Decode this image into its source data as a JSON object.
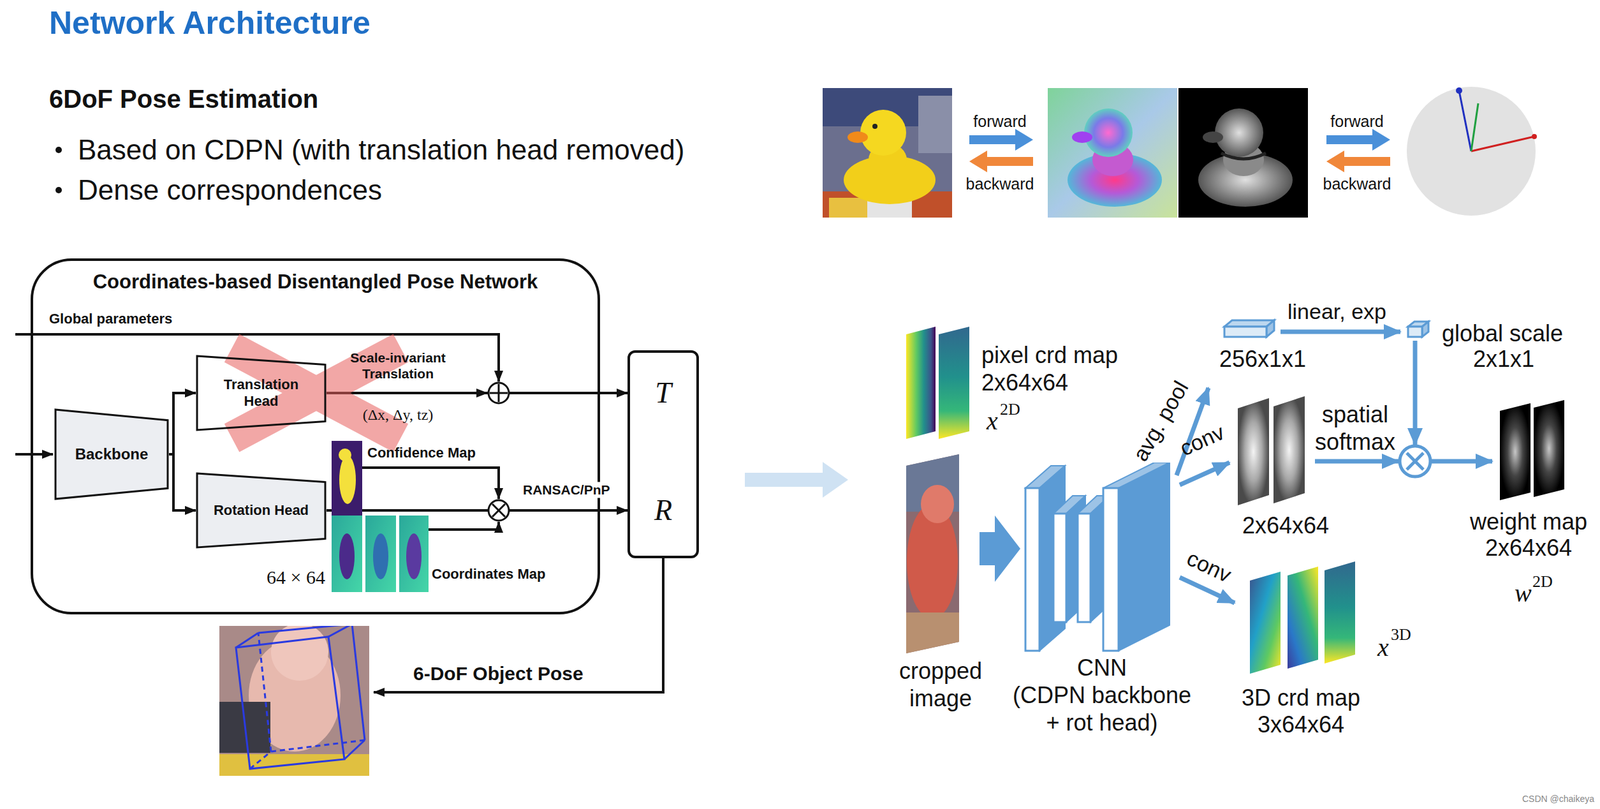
{
  "diagram": {
    "title": "Network Architecture",
    "nodes": [
      {
        "text": [
          "Coordinates-based Disentangled Pose Network"
        ]
      },
      {
        "text": [
          "Backbone"
        ],
        "in": 0
      },
      {
        "text": [
          "Translation Head"
        ],
        "in": 0
      },
      {
        "text": [
          "Rotation Head"
        ],
        "in": 0
      },
      {
        "text": [
          "T",
          "R"
        ]
      },
      {
        "text": [
          "CNN",
          "(CDPN backbone + rot head)"
        ]
      }
    ],
    "edges": [
      {
        "from": 1,
        "to": 2,
        "arrow": "to"
      },
      {
        "from": 1,
        "to": 3,
        "arrow": "to"
      },
      {
        "from": 2,
        "to": 4,
        "arrow": "to",
        "label": "Scale-invariant Translation"
      },
      {
        "from": 3,
        "to": 4,
        "arrow": "to",
        "label": "RANSAC/PnP"
      }
    ],
    "labels": [
      "6DoF Pose Estimation",
      "Based on CDPN (with translation head removed)",
      "Dense correspondences",
      "forward",
      "backward",
      "forward",
      "backward",
      "Global parameters",
      "(Δx, Δy, tz)",
      "Confidence Map",
      "64 × 64",
      "Coordinates Map",
      "6-DoF Object Pose",
      "pixel crd map",
      "2x64x64",
      "x",
      "2D",
      "cropped image",
      "avg. pool",
      "256x1x1",
      "linear, exp",
      "global scale",
      "2x1x1",
      "conv",
      "2x64x64",
      "spatial softmax",
      "weight map",
      "2x64x64",
      "w",
      "2D",
      "conv",
      "3D crd map",
      "3x64x64",
      "x",
      "3D",
      "CSDN @chaikeya"
    ]
  }
}
